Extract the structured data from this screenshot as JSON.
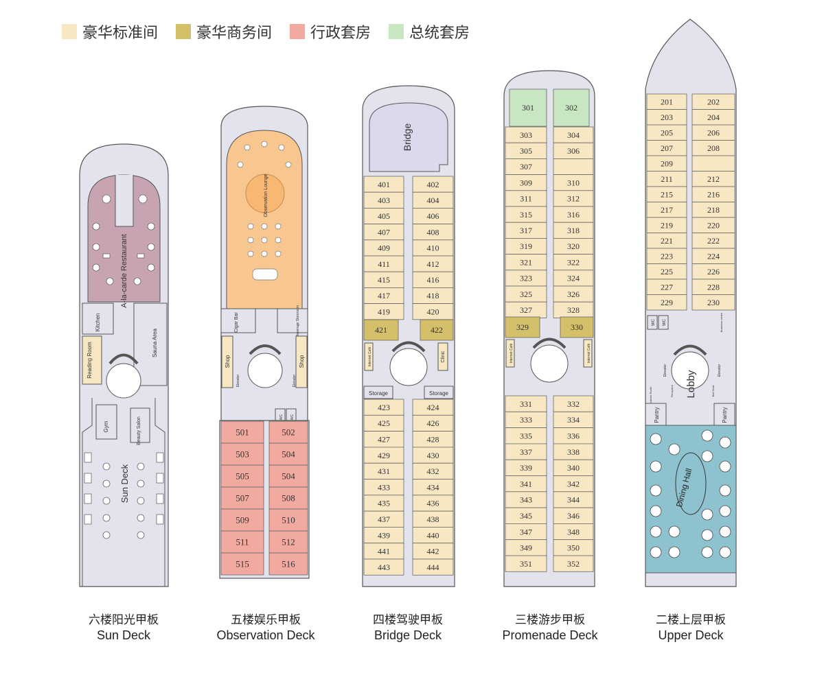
{
  "colors": {
    "deluxe": "#f8e7c3",
    "business": "#d4bf6a",
    "executive": "#f2aaa0",
    "presidential": "#c8e6c2",
    "deck_fill": "#e3e3ee",
    "restaurant": "#c8a3b2",
    "lounge": "#f7c78f",
    "dining": "#8fc2cf",
    "bridge": "#dcd9ec",
    "outline": "#555555"
  },
  "legend": [
    {
      "label": "豪华标准间",
      "color": "#f8e7c3"
    },
    {
      "label": "豪华商务间",
      "color": "#d4bf6a"
    },
    {
      "label": "行政套房",
      "color": "#f2aaa0"
    },
    {
      "label": "总统套房",
      "color": "#c8e6c2"
    }
  ],
  "decks": [
    {
      "id": "sun",
      "cn": "六楼阳光甲板",
      "en": "Sun Deck",
      "areas": {
        "restaurant": "A-la-carde Restaurant",
        "kitchen": "Kitchen",
        "sauna": "Sauna Area",
        "reading": "Reading Room",
        "gym": "Gym",
        "beauty": "Beauty Salon",
        "deck": "Sun Deck"
      }
    },
    {
      "id": "observation",
      "cn": "五楼娱乐甲板",
      "en": "Observation Deck",
      "areas": {
        "lounge": "Observation Lounge",
        "cigar": "Cigar Bar",
        "beverage": "Beverage Storeroom",
        "shop_l": "Shop",
        "shop_r": "Shop",
        "elevator_l": "Elevator",
        "elevator_r": "Elevator",
        "wc_l": "WC",
        "wc_r": "WC"
      },
      "rooms_left": [
        "501",
        "503",
        "505",
        "507",
        "509",
        "511",
        "515"
      ],
      "rooms_right": [
        "502",
        "504",
        "504",
        "508",
        "510",
        "512",
        "516"
      ]
    },
    {
      "id": "bridge",
      "cn": "四楼驾驶甲板",
      "en": "Bridge Deck",
      "areas": {
        "bridge": "Bridge",
        "internet": "Internet Café",
        "clinic": "Clinic",
        "storage_l": "Storage",
        "storage_r": "Storage"
      },
      "rooms_left_top": [
        "401",
        "403",
        "405",
        "407",
        "409",
        "411",
        "415",
        "417",
        "419"
      ],
      "rooms_right_top": [
        "402",
        "404",
        "406",
        "408",
        "410",
        "412",
        "416",
        "418",
        "420"
      ],
      "business": [
        "421",
        "422"
      ],
      "rooms_left_bottom": [
        "423",
        "425",
        "427",
        "429",
        "431",
        "433",
        "435",
        "437",
        "439",
        "441",
        "443"
      ],
      "rooms_right_bottom": [
        "424",
        "426",
        "428",
        "430",
        "432",
        "434",
        "436",
        "438",
        "440",
        "442",
        "444"
      ]
    },
    {
      "id": "promenade",
      "cn": "三楼游步甲板",
      "en": "Promenade Deck",
      "areas": {
        "internet_l": "Internet Café",
        "internet_r": "Internet Café"
      },
      "suites": [
        "301",
        "302"
      ],
      "rooms_left_top": [
        "303",
        "305",
        "307",
        "309",
        "311",
        "315",
        "317",
        "319",
        "321",
        "323",
        "325",
        "327"
      ],
      "rooms_right_top": [
        "304",
        "306",
        "",
        "310",
        "312",
        "316",
        "318",
        "320",
        "322",
        "324",
        "326",
        "328"
      ],
      "business": [
        "329",
        "330"
      ],
      "rooms_left_bottom": [
        "331",
        "333",
        "335",
        "337",
        "339",
        "341",
        "343",
        "345",
        "347",
        "349",
        "351"
      ],
      "rooms_right_bottom": [
        "332",
        "334",
        "336",
        "338",
        "340",
        "342",
        "344",
        "346",
        "348",
        "350",
        "352"
      ]
    },
    {
      "id": "upper",
      "cn": "二楼上层甲板",
      "en": "Upper Deck",
      "areas": {
        "lobby": "Lobby",
        "dining": "Dining Hall",
        "pantry_l": "Pantry",
        "pantry_r": "Pantry",
        "wc_l": "WC",
        "wc_r": "WC",
        "elevator_l": "Elevator",
        "elevator_r": "Elevator",
        "business_centre": "Business centre",
        "handover": "Handover Booth",
        "reception": "Reception",
        "bell": "Bell Desk"
      },
      "rooms_left": [
        "201",
        "203",
        "205",
        "207",
        "209",
        "211",
        "215",
        "217",
        "219",
        "221",
        "223",
        "225",
        "227",
        "229"
      ],
      "rooms_right": [
        "202",
        "204",
        "206",
        "208",
        "",
        "212",
        "216",
        "218",
        "220",
        "222",
        "224",
        "226",
        "228",
        "230"
      ]
    }
  ]
}
